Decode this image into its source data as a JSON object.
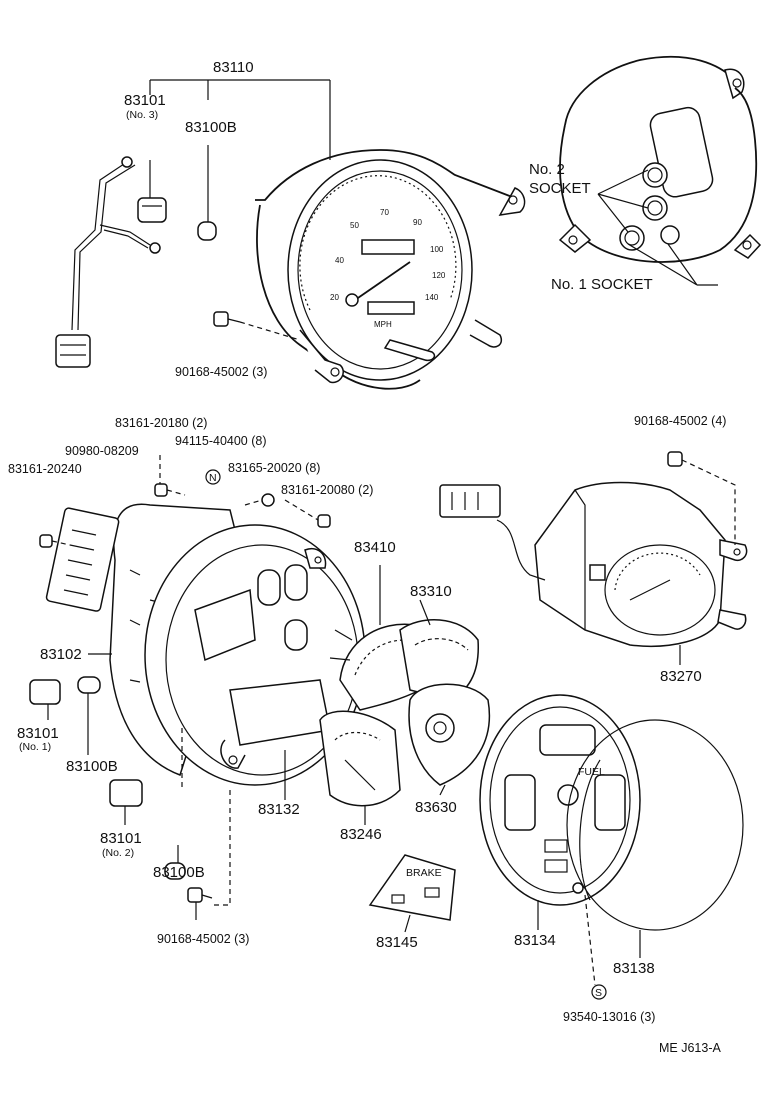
{
  "labels": {
    "p83110": "83110",
    "p83101_top": "83101",
    "p83101_top_sub": "(No. 3)",
    "p83100B_top": "83100B",
    "p90168_top": "90168-45002 (3)",
    "no2_socket_a": "No. 2",
    "no2_socket_b": "SOCKET",
    "no1_socket": "No. 1 SOCKET",
    "p83161_20180": "83161-20180 (2)",
    "p94115": "94115-40400 (8)",
    "p90980": "90980-08209",
    "p83165": "83165-20020 (8)",
    "p83161_20240": "83161-20240",
    "p83161_20080": "83161-20080 (2)",
    "p90168_right": "90168-45002 (4)",
    "p83410": "83410",
    "p83310": "83310",
    "p83102": "83102",
    "p83270": "83270",
    "p83101_no1": "83101",
    "p83101_no1_sub": "(No. 1)",
    "p83100B_mid": "83100B",
    "p83101_no2": "83101",
    "p83101_no2_sub": "(No. 2)",
    "p83132": "83132",
    "p83246": "83246",
    "p83630": "83630",
    "p83100B_low": "83100B",
    "p90168_bottom": "90168-45002 (3)",
    "p83145": "83145",
    "p83134": "83134",
    "p83138": "83138",
    "p93540": "93540-13016 (3)",
    "n_symbol": "N",
    "s_symbol": "S",
    "brake_text": "BRAKE",
    "mph_text": "MPH",
    "ref_code": "ME  J613-A"
  }
}
